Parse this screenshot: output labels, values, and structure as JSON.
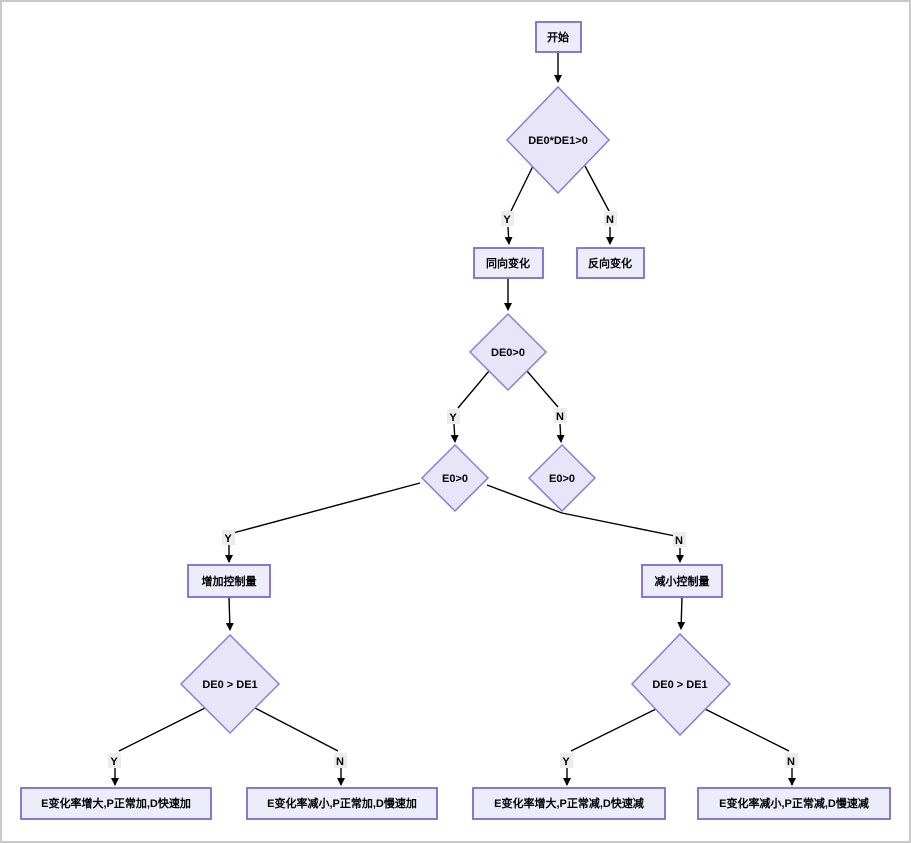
{
  "page": {
    "background": "#ffffff",
    "frame_color": "#c9c9c9"
  },
  "colors": {
    "process_fill": "#edecfb",
    "process_border": "#7b6bd0",
    "decision_fill": "#e7e5f7",
    "decision_border": "#8c7cdd",
    "edge_line": "#000000",
    "branch_label_bg": "#ececec",
    "text": "#000000"
  },
  "flowchart": {
    "nodes": {
      "start": "开始",
      "decision_de0_x_de1": "DE0*DE1>0",
      "same_direction": "同向变化",
      "opposite_direction": "反向变化",
      "decision_de0_positive": "DE0>0",
      "decision_e0_positive_left": "E0>0",
      "decision_e0_positive_right": "E0>0",
      "increase_control": "增加控制量",
      "decrease_control": "减小控制量",
      "decision_de0_gt_de1_left": "DE0 > DE1",
      "decision_de0_gt_de1_right": "DE0 > DE1",
      "result_1": "E变化率增大,P正常加,D快速加",
      "result_2": "E变化率减小,P正常加,D慢速加",
      "result_3": "E变化率增大,P正常减,D快速减",
      "result_4": "E变化率减小,P正常减,D慢速减"
    },
    "branch_labels": {
      "yes": "Y",
      "no": "N"
    }
  }
}
